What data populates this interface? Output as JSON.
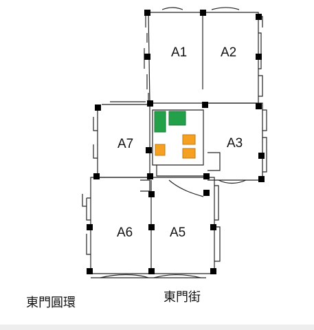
{
  "units": [
    {
      "id": "A1",
      "label": "A1"
    },
    {
      "id": "A2",
      "label": "A2"
    },
    {
      "id": "A3",
      "label": "A3"
    },
    {
      "id": "A5",
      "label": "A5"
    },
    {
      "id": "A6",
      "label": "A6"
    },
    {
      "id": "A7",
      "label": "A7"
    }
  ],
  "streets": {
    "left": "東門圓環",
    "bottom": "東門街"
  },
  "colors": {
    "wall": "#222222",
    "column": "#000000",
    "elevator": "#22a04a",
    "stair": "#f5a020",
    "background": "#ffffff"
  }
}
